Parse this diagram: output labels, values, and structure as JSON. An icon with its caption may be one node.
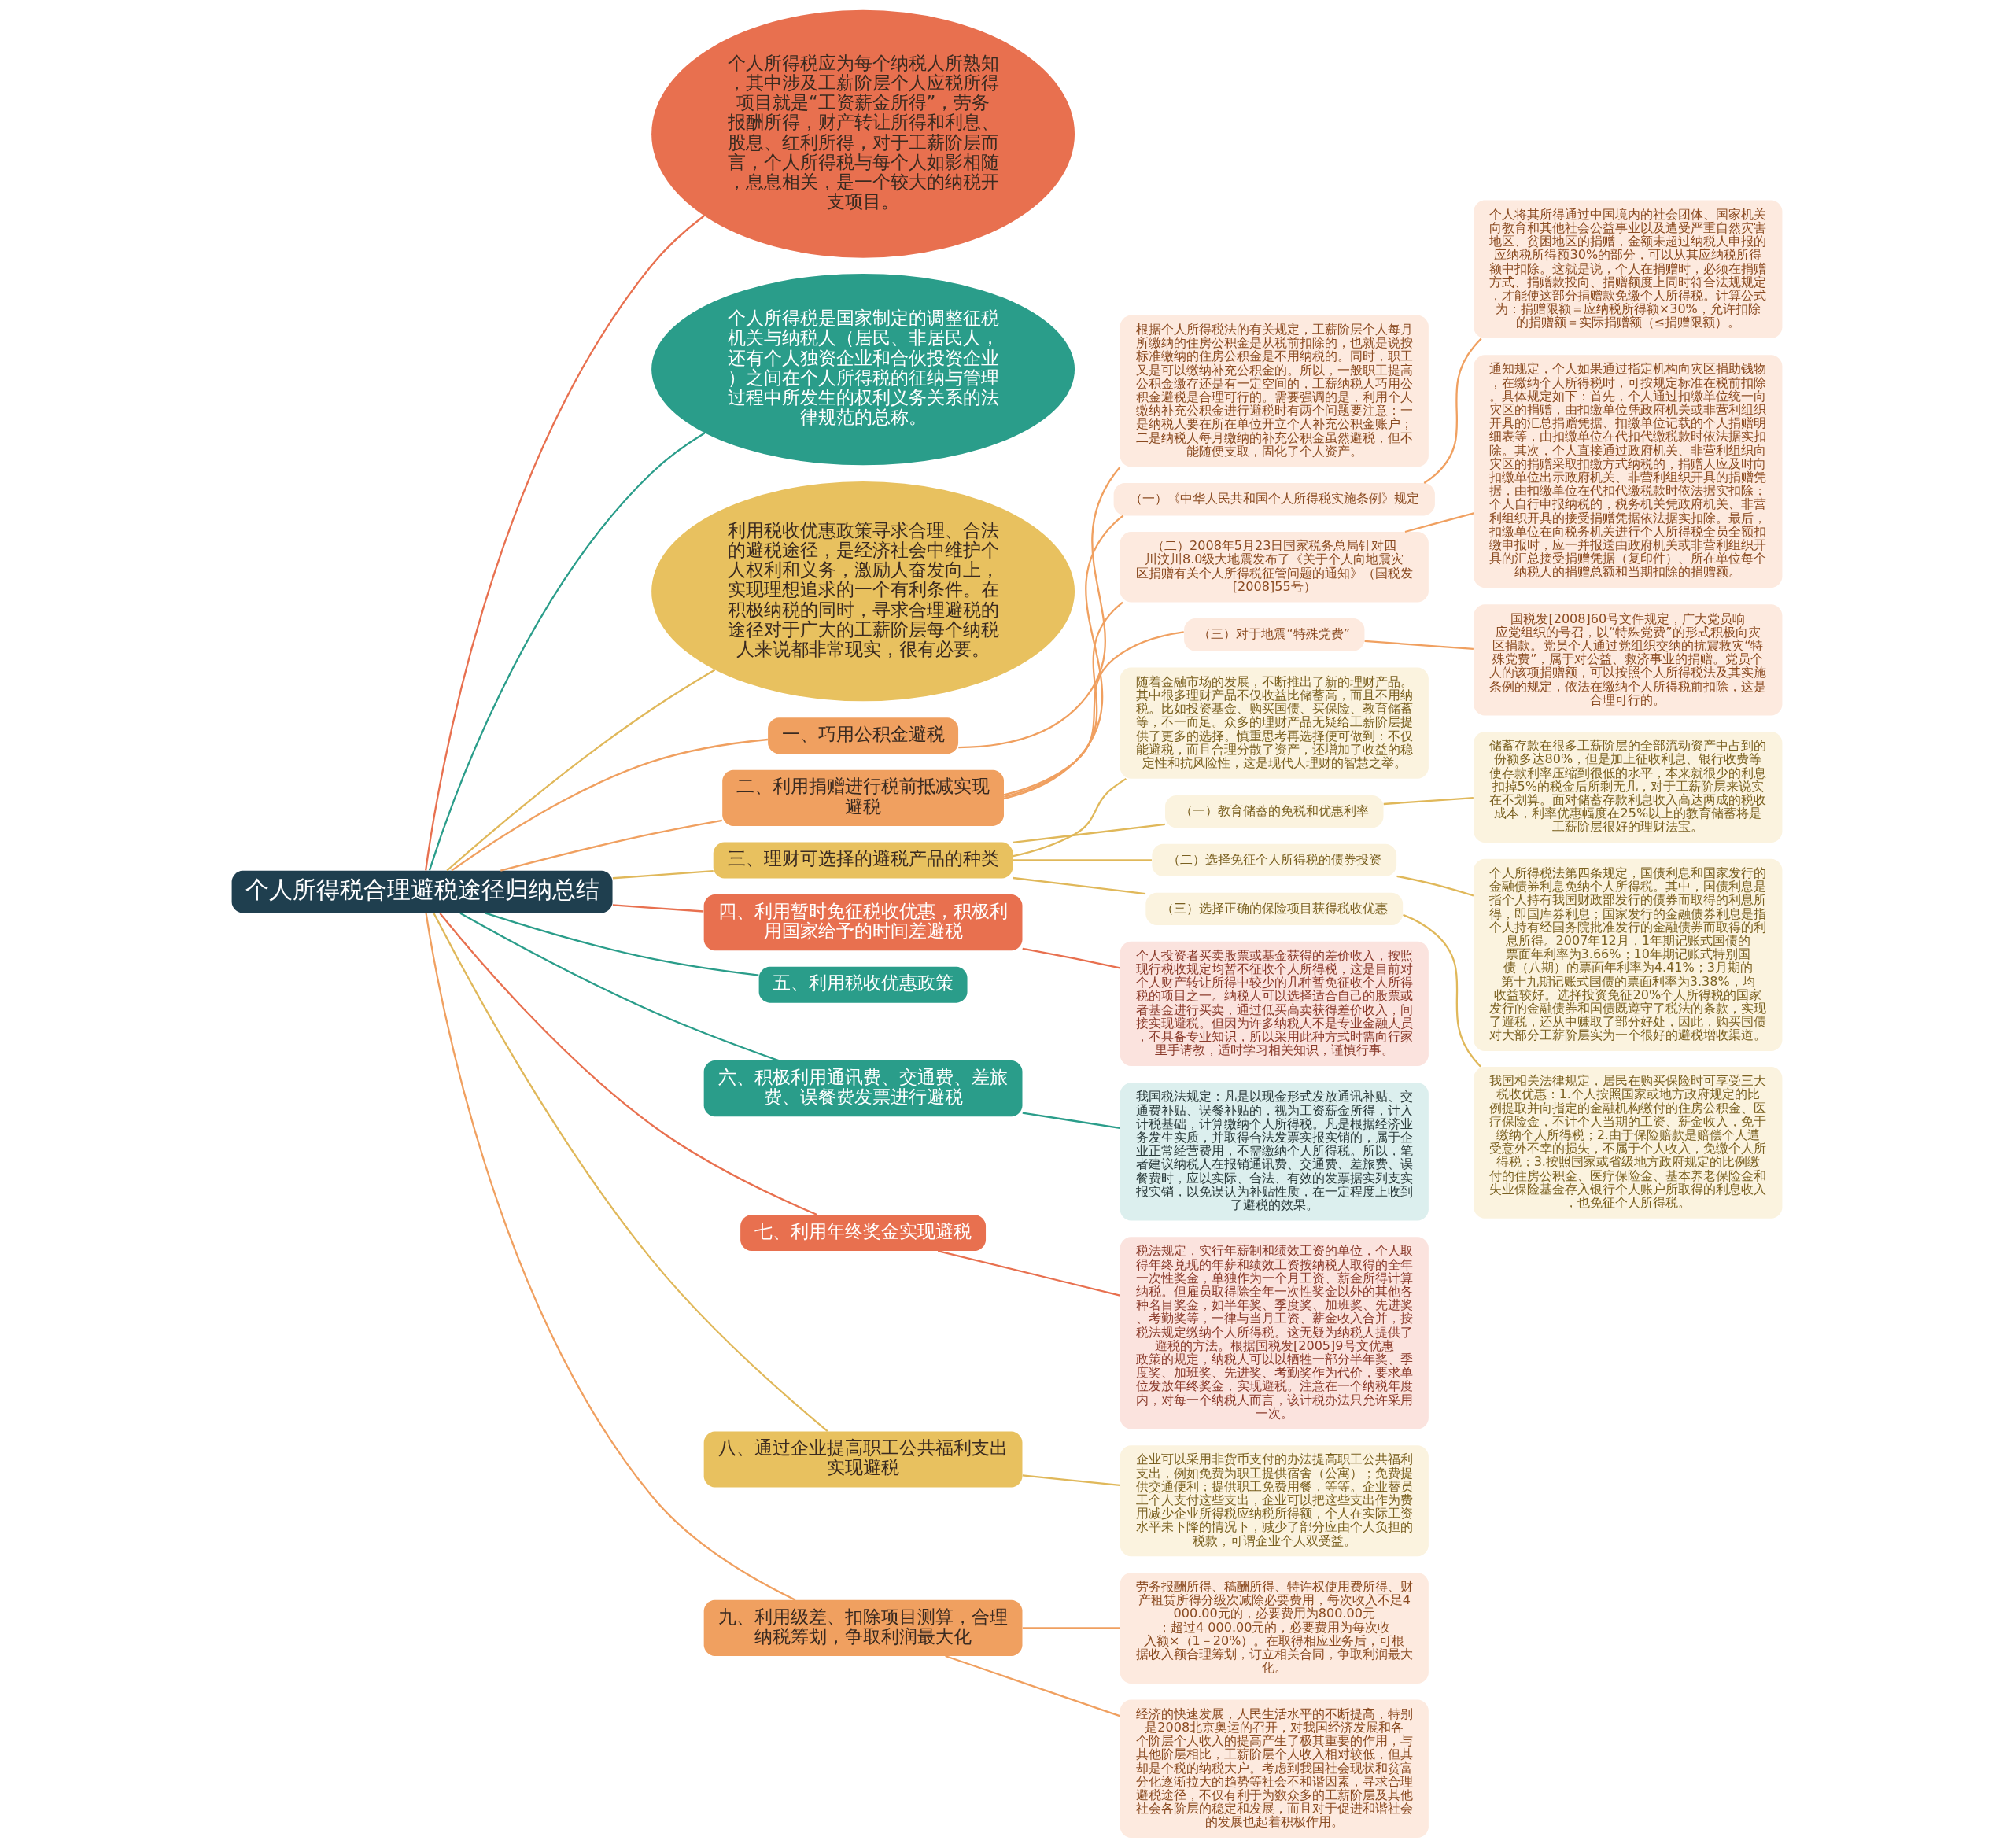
{
  "diagram": {
    "nodes": [
      {
        "text": [
          "个人所得税合理避税途径归纳总结"
        ]
      },
      {
        "text": [
          "个人所得税应为每个纳税人所熟知，其中涉及工薪阶层个人应税所得项目就是“工资薪金所得”，劳务报酬所得，财产转让所得和利息、股息、红利所得，对于工薪阶层而言，个人所得税与每个人如影相随，息息相关，是一个较大的纳税开支项目。"
        ]
      },
      {
        "text": [
          "个人所得税是国家制定的调整征税机关与纳税人（居民、非居民人，还有个人独资企业和合伙投资企业）之间在个人所得税的征纳与管理过程中所发生的权利义务关系的法律规范的总称。"
        ]
      },
      {
        "text": [
          "利用税收优惠政策寻求合理、合法的避税途径，是经济社会中维护个人权利和义务，激励人奋发向上，实现理想追求的一个有利条件。在积极纳税的同时，寻求合理避税的途径对于广大的工薪阶层每个纳税人来说都非常现实，很有必要。"
        ]
      },
      {
        "text": [
          "一、巧用公积金避税"
        ]
      },
      {
        "text": [
          "根据个人所得税法的有关规定，工薪阶层个人每月所缴纳的住房公积金是从税前扣除的，也就是说按标准缴纳的住房公积金是不用纳税的。同时，职工又是可以缴纳补充公积金的。所以，一般职工提高公积金缴存还是有一定空间的，工薪纳税人巧用公积金避税是合理可行的。需要强调的是，利用个人缴纳补充公积金进行避税时有两个问题要注意：一是纳税人要在所在单位开立个人补充公积金账户；二是纳税人每月缴纳的补充公积金虽然避税，但不能随便支取，固化了个人资产。"
        ]
      },
      {
        "text": [
          "二、利用捐赠进行税前抵减实现避税"
        ]
      },
      {
        "text": [
          "（一）《中华人民共和国个人所得税实施条例》规定"
        ]
      },
      {
        "text": [
          "个人将其所得通过中国境内的社会团体、国家机关向教育和其他社会公益事业以及遭受严重自然灾害地区、贫困地区的捐赠，金额未超过纳税人申报的应纳税所得额30%的部分，可以从其应纳税所得额中扣除。这就是说，个人在捐赠时，必须在捐赠方式、捐赠款投向、捐赠额度上同时符合法规规定，才能使这部分捐赠款免缴个人所得税。计算公式为：捐赠限额＝应纳税所得额×30%，允许扣除的捐赠额＝实际捐赠额（≤捐赠限额）。"
        ]
      },
      {
        "text": [
          "（二）2008年5月23日国家税务总局针对四川汶川8.0级大地震发布了《关于个人向地震灾区捐赠有关个人所得税征管问题的通知》（国税发[2008]55号）"
        ]
      },
      {
        "text": [
          "通知规定，个人如果通过指定机构向灾区捐助钱物，在缴纳个人所得税时，可按规定标准在税前扣除。具体规定如下：首先，个人通过扣缴单位统一向灾区的捐赠，由扣缴单位凭政府机关或非营利组织开具的汇总捐赠凭据、扣缴单位记载的个人捐赠明细表等，由扣缴单位在代扣代缴税款时依法据实扣除。其次，个人直接通过政府机关、非营利组织向灾区的捐赠采取扣缴方式纳税的，捐赠人应及时向扣缴单位出示政府机关、非营利组织开具的捐赠凭据，由扣缴单位在代扣代缴税款时依法据实扣除；个人自行申报纳税的，税务机关凭政府机关、非营利组织开具的接受捐赠凭据依法据实扣除。最后，扣缴单位在向税务机关进行个人所得税全员全额扣缴申报时，应一并报送由政府机关或非营利组织开具的汇总接受捐赠凭据（复印件）、所在单位每个纳税人的捐赠总额和当期扣除的捐赠额。"
        ]
      },
      {
        "text": [
          "（三）对于地震“特殊党费”"
        ]
      },
      {
        "text": [
          "国税发[2008]60号文件规定，广大党员响应党组织的号召，以“特殊党费”的形式积极向灾区捐款。党员个人通过党组织交纳的抗震救灾“特殊党费”，属于对公益、救济事业的捐赠。党员个人的该项捐赠额，可以按照个人所得税法及其实施条例的规定，依法在缴纳个人所得税前扣除，这是合理可行的。"
        ]
      },
      {
        "text": [
          "三、理财可选择的避税产品的种类"
        ]
      },
      {
        "text": [
          "随着金融市场的发展，不断推出了新的理财产品。其中很多理财产品不仅收益比储蓄高，而且不用纳税。比如投资基金、购买国债、买保险、教育储蓄等，不一而足。众多的理财产品无疑给工薪阶层提供了更多的选择。慎重思考再选择便可做到：不仅能避税，而且合理分散了资产，还增加了收益的稳定性和抗风险性，这是现代人理财的智慧之举。"
        ]
      },
      {
        "text": [
          "（一）教育储蓄的免税和优惠利率"
        ]
      },
      {
        "text": [
          "储蓄存款在很多工薪阶层的全部流动资产中占到的份额多达80%，但是加上征收利息、银行收费等使存款利率压缩到很低的水平，本来就很少的利息扣掉5%的税金后所剩无几，对于工薪阶层来说实在不划算。面对储蓄存款利息收入高达两成的税收成本，利率优惠幅度在25%以上的教育储蓄将是工薪阶层很好的理财法宝。"
        ]
      },
      {
        "text": [
          "（二）选择免征个人所得税的债券投资"
        ]
      },
      {
        "text": [
          "个人所得税法第四条规定，国债利息和国家发行的金融债券利息免纳个人所得税。其中，国债利息是指个人持有我国财政部发行的债券而取得的利息所得，即国库券利息；国家发行的金融债券利息是指个人持有经国务院批准发行的金融债券而取得的利息所得。2007年12月，1年期记账式国债的票面年利率为3.66%；10年期记账式特别国债（八期）的票面年利率为4.41%；3月期的第十九期记账式国债的票面利率为3.38%，均收益较好。选择投资免征20%个人所得税的国家发行的金融债券和国债既遵守了税法的条款，实现了避税，还从中赚取了部分好处，因此，购买国债对大部分工薪阶层实为一个很好的避税增收渠道。"
        ]
      },
      {
        "text": [
          "（三）选择正确的保险项目获得税收优惠"
        ]
      },
      {
        "text": [
          "我国相关法律规定，居民在购买保险时可享受三大税收优惠：1.个人按照国家或地方政府规定的比例提取并向指定的金融机构缴付的住房公积金、医疗保险金，不计个人当期的工资、薪金收入，免于缴纳个人所得税；2.由于保险赔款是赔偿个人遭受意外不幸的损失，不属于个人收入，免缴个人所得税；3.按照国家或省级地方政府规定的比例缴付的住房公积金、医疗保险金、基本养老保险金和失业保险基金存入银行个人账户所取得的利息收入，也免征个人所得税。"
        ]
      },
      {
        "text": [
          "四、利用暂时免征税收优惠，积极利用国家给予的时间差避税"
        ]
      },
      {
        "text": [
          "个人投资者买卖股票或基金获得的差价收入，按照现行税收规定均暂不征收个人所得税，这是目前对个人财产转让所得中较少的几种暂免征收个人所得税的项目之一。纳税人可以选择适合自己的股票或者基金进行买卖，通过低买高卖获得差价收入，间接实现避税。但因为许多纳税人不是专业金融人员，不具备专业知识，所以采用此种方式时需向行家里手请教，适时学习相关知识，谨慎行事。"
        ]
      },
      {
        "text": [
          "五、利用税收优惠政策"
        ]
      },
      {
        "text": [
          "六、积极利用通讯费、交通费、差旅费、误餐费发票进行避税"
        ]
      },
      {
        "text": [
          "我国税法规定：凡是以现金形式发放通讯补贴、交通费补贴、误餐补贴的，视为工资薪金所得，计入计税基础，计算缴纳个人所得税。凡是根据经济业务发生实质，并取得合法发票实报实销的，属于企业正常经营费用，不需缴纳个人所得税。所以，笔者建议纳税人在报销通讯费、交通费、差旅费、误餐费时，应以实际、合法、有效的发票据实列支实报实销，以免误认为补贴性质，在一定程度上收到了避税的效果。"
        ]
      },
      {
        "text": [
          "七、利用年终奖金实现避税"
        ]
      },
      {
        "text": [
          "税法规定，实行年薪制和绩效工资的单位，个人取得年终兑现的年薪和绩效工资按纳税人取得的全年一次性奖金，单独作为一个月工资、薪金所得计算纳税。但雇员取得除全年一次性奖金以外的其他各种名目奖金，如半年奖、季度奖、加班奖、先进奖、考勤奖等，一律与当月工资、薪金收入合并，按税法规定缴纳个人所得税。这无疑为纳税人提供了避税的方法。根据国税发[2005]9号文优惠政策的规定，纳税人可以以牺牲一部分半年奖、季度奖、加班奖、先进奖、考勤奖作为代价，要求单位发放年终奖金，实现避税。注意在一个纳税年度内，对每一个纳税人而言，该计税办法只允许采用一次。"
        ]
      },
      {
        "text": [
          "八、通过企业提高职工公共福利支出实现避税"
        ]
      },
      {
        "text": [
          "企业可以采用非货币支付的办法提高职工公共福利支出，例如免费为职工提供宿舍（公寓）；免费提供交通便利；提供职工免费用餐，等等。企业替员工个人支付这些支出，企业可以把这些支出作为费用减少企业所得税应纳税所得额，个人在实际工资水平未下降的情况下，减少了部分应由个人负担的税款，可谓企业个人双受益。"
        ]
      },
      {
        "text": [
          "九、利用级差、扣除项目测算，合理纳税筹划，争取利润最大化"
        ]
      },
      {
        "text": [
          "劳务报酬所得、稿酬所得、特许权使用费所得、财产租赁所得分级次减除必要费用，每次收入不足4 000.00元的，必要费用为800.00元；超过4 000.00元的，必要费用为每次收入额×（1－20%）。在取得相应业务后，可根据收入额合理筹划，订立相关合同，争取利润最大化。"
        ]
      },
      {
        "text": [
          "经济的快速发展，人民生活水平的不断提高，特别是2008北京奥运的召开，对我国经济发展和各个阶层个人收入的提高产生了极其重要的作用，与其他阶层相比，工薪阶层个人收入相对较低，但其却是个税的纳税大户。考虑到我国社会现状和贫富分化逐渐拉大的趋势等社会不和谐因素，寻求合理避税途径，不仅有利于为数众多的工薪阶层及其他社会各阶层的稳定和发展，而且对于促进和谐社会的发展也起着积极作用。"
        ]
      }
    ],
    "edges": [
      {
        "from": 0,
        "to": 1,
        "arrow": "none",
        "color": "#e8704f"
      },
      {
        "from": 0,
        "to": 2,
        "arrow": "none",
        "color": "#2a9d8a"
      },
      {
        "from": 0,
        "to": 3,
        "arrow": "none",
        "color": "#e0b85a"
      },
      {
        "from": 0,
        "to": 4,
        "arrow": "none",
        "color": "#f0a060"
      },
      {
        "from": 4,
        "to": 5,
        "arrow": "none",
        "color": "#f0a060"
      },
      {
        "from": 0,
        "to": 6,
        "arrow": "none",
        "color": "#f0a060"
      },
      {
        "from": 6,
        "to": 7,
        "arrow": "none",
        "color": "#f0a060"
      },
      {
        "from": 7,
        "to": 8,
        "arrow": "none",
        "color": "#f0a060"
      },
      {
        "from": 6,
        "to": 9,
        "arrow": "none",
        "color": "#f0a060"
      },
      {
        "from": 9,
        "to": 10,
        "arrow": "none",
        "color": "#f0a060"
      },
      {
        "from": 6,
        "to": 11,
        "arrow": "none",
        "color": "#f0a060"
      },
      {
        "from": 11,
        "to": 12,
        "arrow": "none",
        "color": "#f0a060"
      },
      {
        "from": 0,
        "to": 13,
        "arrow": "none",
        "color": "#e0b85a"
      },
      {
        "from": 13,
        "to": 14,
        "arrow": "none",
        "color": "#e0b85a"
      },
      {
        "from": 13,
        "to": 15,
        "arrow": "none",
        "color": "#e0b85a"
      },
      {
        "from": 15,
        "to": 16,
        "arrow": "none",
        "color": "#e0b85a"
      },
      {
        "from": 13,
        "to": 17,
        "arrow": "none",
        "color": "#e0b85a"
      },
      {
        "from": 17,
        "to": 18,
        "arrow": "none",
        "color": "#e0b85a"
      },
      {
        "from": 13,
        "to": 19,
        "arrow": "none",
        "color": "#e0b85a"
      },
      {
        "from": 19,
        "to": 20,
        "arrow": "none",
        "color": "#e0b85a"
      },
      {
        "from": 0,
        "to": 21,
        "arrow": "none",
        "color": "#e8704f"
      },
      {
        "from": 21,
        "to": 22,
        "arrow": "none",
        "color": "#e8704f"
      },
      {
        "from": 0,
        "to": 23,
        "arrow": "none",
        "color": "#2a9d8a"
      },
      {
        "from": 0,
        "to": 24,
        "arrow": "none",
        "color": "#2a9d8a"
      },
      {
        "from": 24,
        "to": 25,
        "arrow": "none",
        "color": "#2a9d8a"
      },
      {
        "from": 0,
        "to": 26,
        "arrow": "none",
        "color": "#e8704f"
      },
      {
        "from": 26,
        "to": 27,
        "arrow": "none",
        "color": "#e8704f"
      },
      {
        "from": 0,
        "to": 28,
        "arrow": "none",
        "color": "#e0b85a"
      },
      {
        "from": 28,
        "to": 29,
        "arrow": "none",
        "color": "#e0b85a"
      },
      {
        "from": 0,
        "to": 30,
        "arrow": "none",
        "color": "#f0a060"
      },
      {
        "from": 30,
        "to": 31,
        "arrow": "none",
        "color": "#f0a060"
      },
      {
        "from": 30,
        "to": 32,
        "arrow": "none",
        "color": "#f0a060"
      }
    ]
  }
}
